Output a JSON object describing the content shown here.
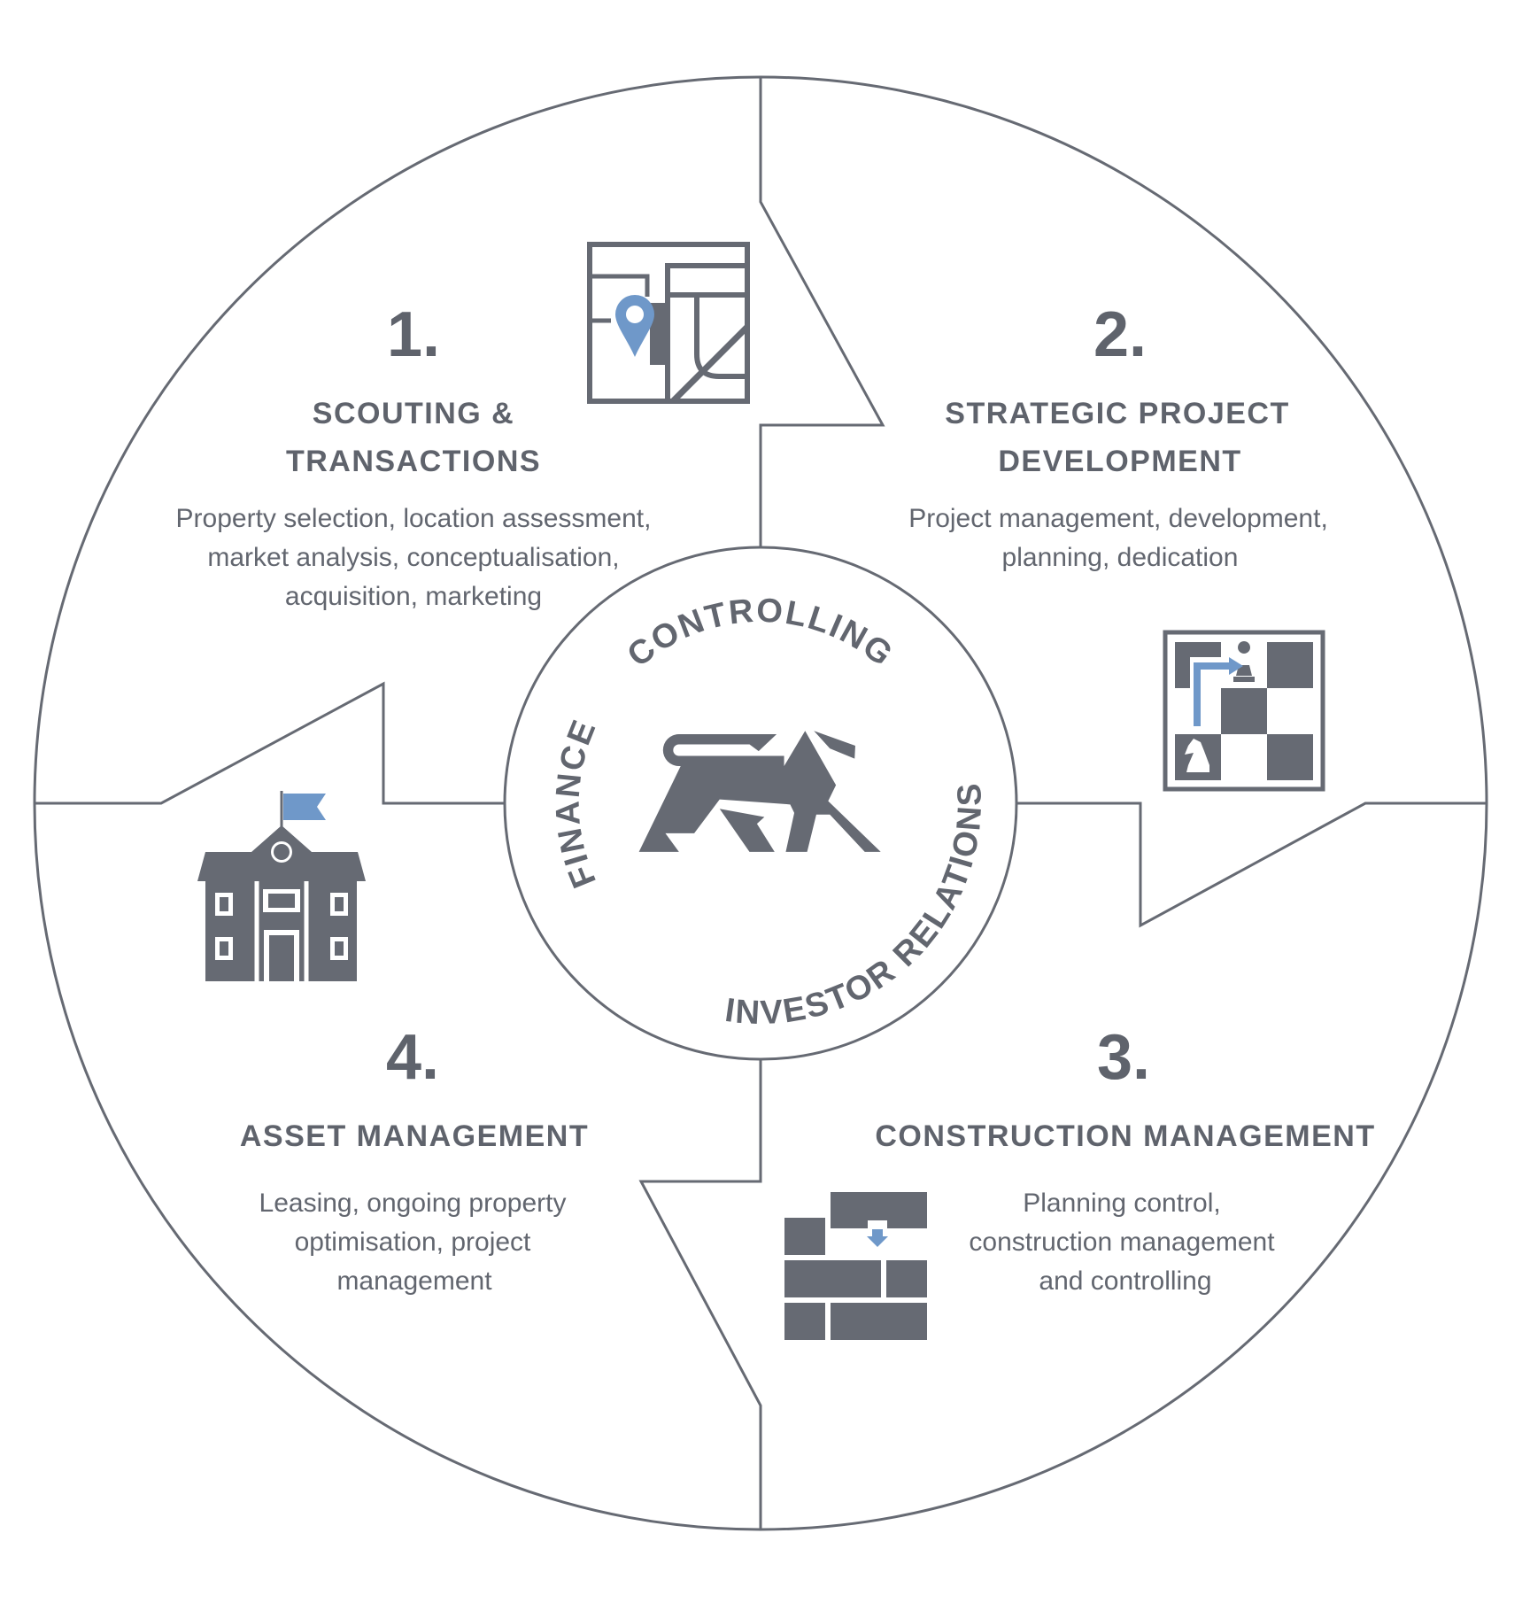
{
  "segments": [
    {
      "number": "1.",
      "title_lines": [
        "SCOUTING &",
        "TRANSACTIONS"
      ],
      "desc_lines": [
        "Property selection, location assessment,",
        "market analysis, conceptualisation,",
        "acquisition, marketing"
      ],
      "icon": "map-location-icon"
    },
    {
      "number": "2.",
      "title_lines": [
        "STRATEGIC PROJECT",
        "DEVELOPMENT"
      ],
      "desc_lines": [
        "Project management, development,",
        "planning, dedication"
      ],
      "icon": "chess-strategy-icon"
    },
    {
      "number": "3.",
      "title_lines": [
        "CONSTRUCTION MANAGEMENT"
      ],
      "desc_lines": [
        "Planning control,",
        "construction management",
        "and controlling"
      ],
      "icon": "building-bricks-icon"
    },
    {
      "number": "4.",
      "title_lines": [
        "ASSET MANAGEMENT"
      ],
      "desc_lines": [
        "Leasing, ongoing property",
        "optimisation, project",
        "management"
      ],
      "icon": "school-building-icon"
    }
  ],
  "center": {
    "ring_labels": {
      "top": "CONTROLLING",
      "left": "FINANCE",
      "bottom_right": "INVESTOR RELATIONS"
    },
    "logo": "lion-logo-icon"
  },
  "colors": {
    "ink": "#666a73",
    "accent": "#6f98c9",
    "background": "#ffffff"
  }
}
